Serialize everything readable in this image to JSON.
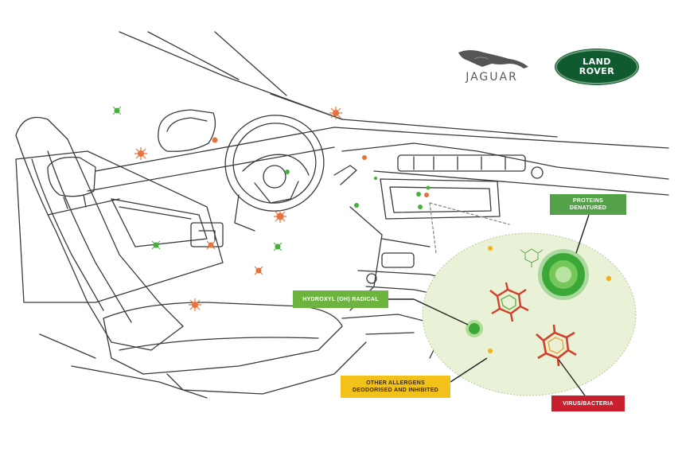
{
  "brands": {
    "jaguar": {
      "wordmark": "JAGUAR",
      "icon": "leaping-jaguar-icon"
    },
    "land_rover": {
      "line1": "LAND",
      "line2": "ROVER",
      "icon": "land-rover-oval-badge"
    }
  },
  "callouts": {
    "proteins": {
      "line1": "PROTEINS",
      "line2": "DENATURED"
    },
    "hydroxyl": {
      "text": "HYDROXYL (OH) RADICAL"
    },
    "allergens": {
      "line1": "OTHER ALLERGENS",
      "line2": "DEODORISED AND INHIBITED"
    },
    "virus": {
      "text": "VIRUS/BACTERIA"
    }
  },
  "colors": {
    "line_art": "#3a3a3a",
    "zoom_circle_fill": "#e9f2d6",
    "green_particle": "#46b13a",
    "orange_particle": "#e8733a",
    "protein_green": "#3aa836",
    "virus_red": "#d0402a",
    "label_proteins": "#53a148",
    "label_hydroxyl": "#6cb33f",
    "label_allergens": "#f2c11a",
    "label_virus": "#c8202f",
    "land_rover_green": "#0f5a2e"
  }
}
